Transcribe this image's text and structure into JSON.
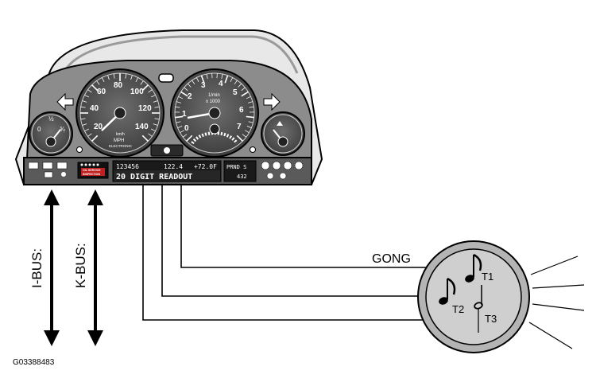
{
  "figure_id": "G03388483",
  "bus_labels": {
    "ibus": "I-BUS:",
    "kbus": "K-BUS:"
  },
  "speaker": {
    "gong_label": "GONG",
    "tones": [
      "T1",
      "T2",
      "T3"
    ]
  },
  "cluster": {
    "speedo_ticks": [
      "20",
      "40",
      "60",
      "80",
      "100",
      "120",
      "140"
    ],
    "speedo_unit_top": "km/h",
    "speedo_unit": "MPH",
    "speedo_sub": "ELECTRONIC",
    "tacho_ticks": [
      "0",
      "1",
      "2",
      "3",
      "4",
      "5",
      "6",
      "7"
    ],
    "tacho_unit": "1/min",
    "tacho_mult": "x 1000",
    "fuel_marks": [
      "0",
      "½",
      "¾"
    ],
    "odometer": "123456",
    "trip": "122.4",
    "outside_temp": "+72.0F",
    "gear_display": "PRND S",
    "gear_sub": "432",
    "readout": "20 DIGIT READOUT",
    "service_line1": "OIL SERVICE",
    "service_line2": "INSPECTION"
  }
}
